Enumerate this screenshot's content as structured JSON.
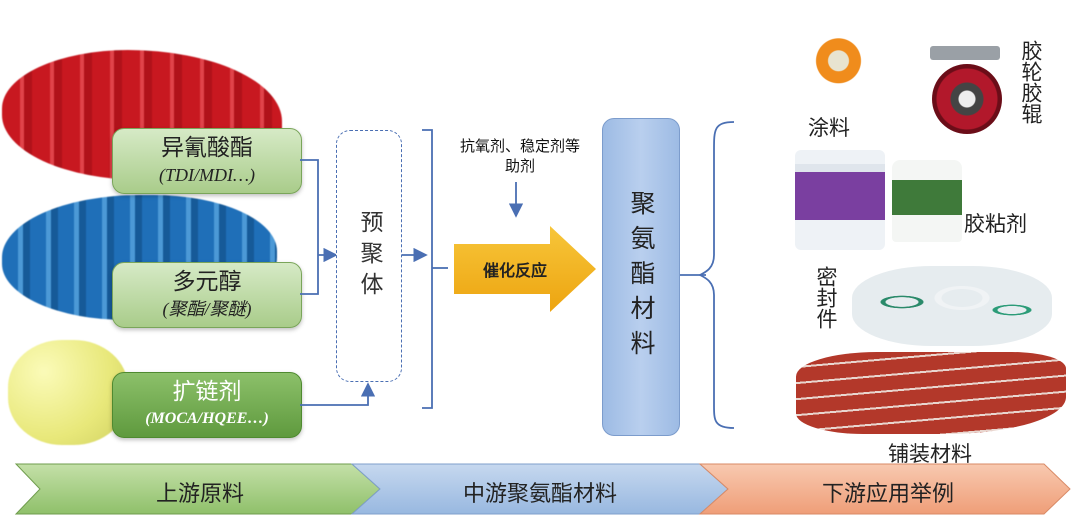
{
  "materials": [
    {
      "name": "异氰酸酯",
      "sub": "(TDI/MDI…)"
    },
    {
      "name": "多元醇",
      "sub": "(聚酯/聚醚)"
    },
    {
      "name": "扩链剂",
      "sub": "(MOCA/HQEE…)"
    }
  ],
  "prepolymer": "预聚体",
  "additive": {
    "line1": "抗氧剂、稳定剂等",
    "line2": "助剂"
  },
  "reaction": "催化反应",
  "product": "聚氨酯材料",
  "applications": {
    "coating": "涂料",
    "wheel": "胶轮胶辊",
    "adhesive": "胶粘剂",
    "seal": "密封件",
    "paving": "铺装材料"
  },
  "stages": [
    "上游原料",
    "中游聚氨酯材料",
    "下游应用举例"
  ],
  "colors": {
    "line": "#4a6fb3",
    "green": "#a9cc8a",
    "blue": "#a7c2e6",
    "orange": "#f3b18f",
    "arrow": "#f2b21a"
  }
}
